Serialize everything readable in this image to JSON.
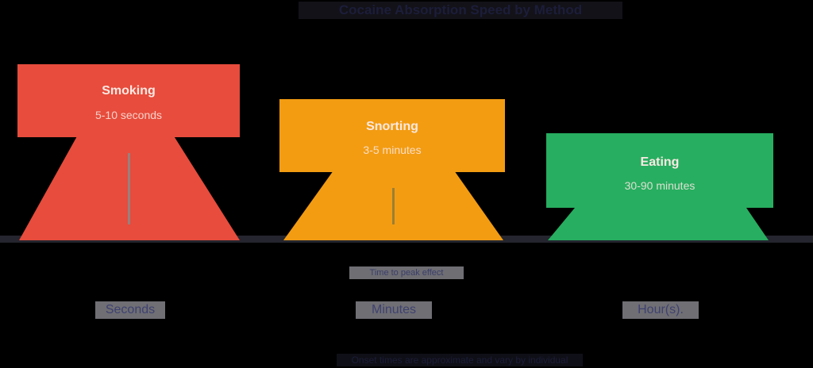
{
  "header": {
    "title": "Cocaine Absorption Speed by Method"
  },
  "colors": {
    "background": "#000000",
    "smoking": "#e74c3c",
    "snorting": "#f39c12",
    "eating": "#27ae60",
    "baseline": "#24252e",
    "stem": "#8a8a8a"
  },
  "methods": [
    {
      "name": "Smoking",
      "duration": "5-10 seconds",
      "color": "#e74c3c"
    },
    {
      "name": "Snorting",
      "duration": "3-5 minutes",
      "color": "#f39c12"
    },
    {
      "name": "Eating",
      "duration": "30-90 minutes",
      "color": "#27ae60"
    }
  ],
  "axis": {
    "label": "Time to peak effect"
  },
  "categories": [
    {
      "label": "Seconds"
    },
    {
      "label": "Minutes"
    },
    {
      "label": "Hour(s)."
    }
  ],
  "footnote": "Onset times are approximate and vary by individual"
}
